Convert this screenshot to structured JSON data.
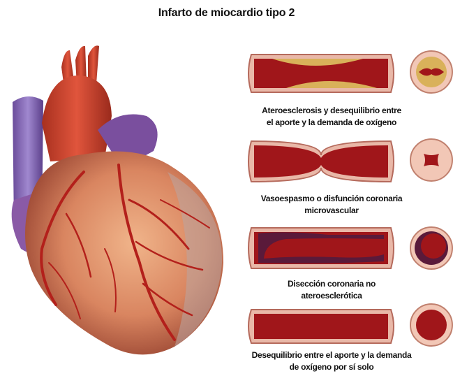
{
  "title": "Infarto de miocardio tipo 2",
  "panels": [
    {
      "caption_lines": [
        "Ateroesclerosis y desequilibrio entre",
        "el aporte y la demanda de oxígeno"
      ]
    },
    {
      "caption_lines": [
        "Vasoespasmo o disfunción coronaria",
        "microvascular"
      ]
    },
    {
      "caption_lines": [
        "Disección coronaria no",
        "ateroesclerótica"
      ]
    },
    {
      "caption_lines": [
        "Desequilibrio entre el aporte y la demanda",
        "de oxígeno por sí solo"
      ]
    }
  ]
}
